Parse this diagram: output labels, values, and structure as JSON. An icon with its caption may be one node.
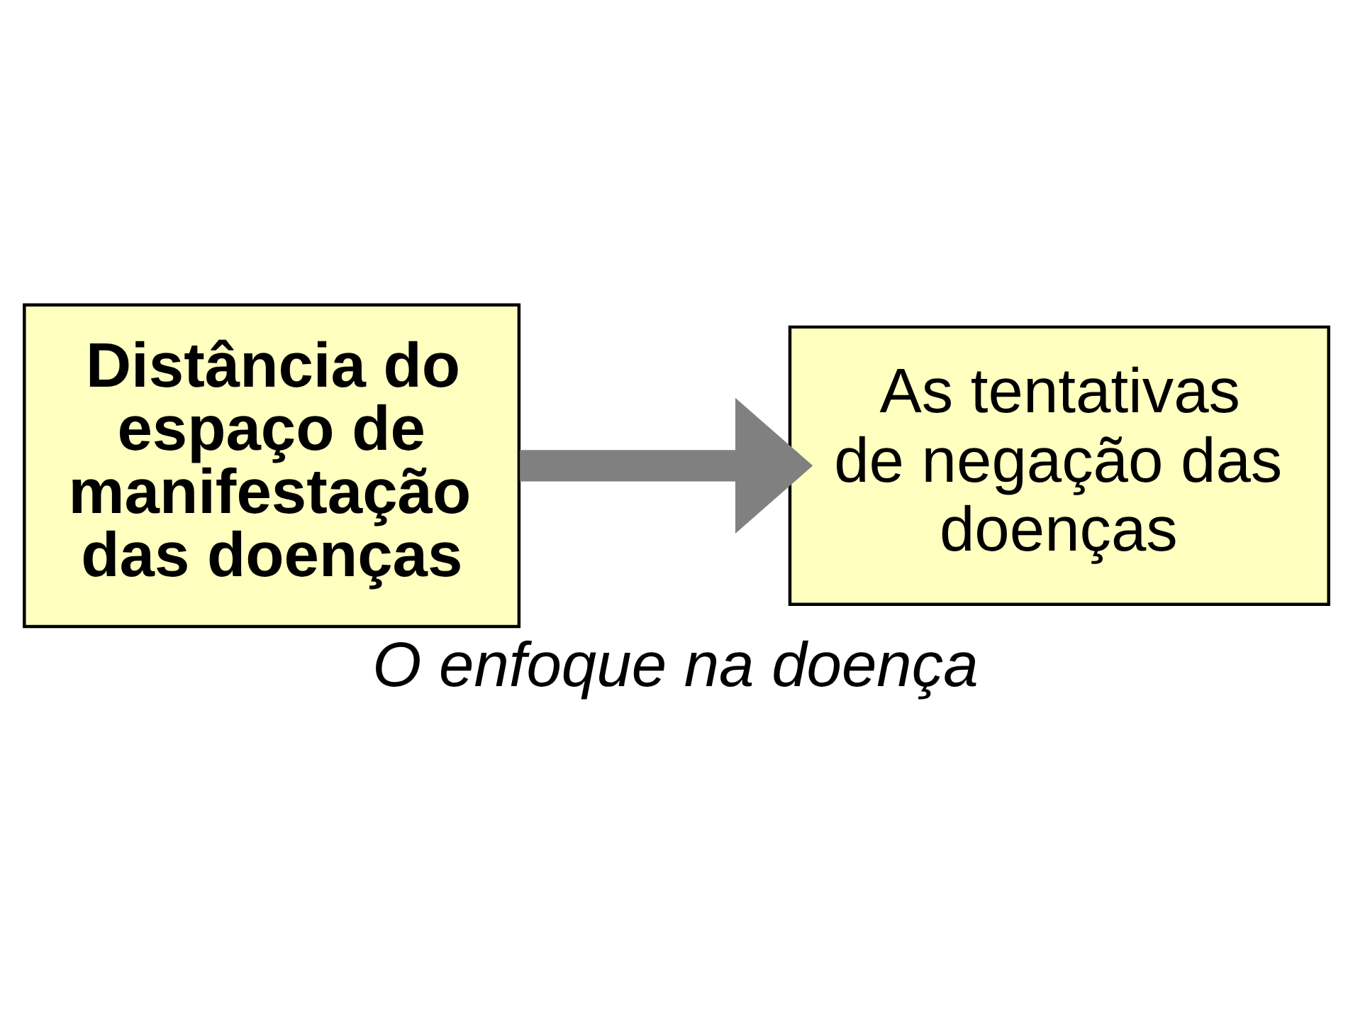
{
  "diagram": {
    "caption": "O enfoque na doença",
    "nodes": [
      {
        "text": [
          "Distância do espaço de manifestação das doenças"
        ]
      },
      {
        "text": [
          "As tentativas de negação das doenças"
        ]
      }
    ],
    "edges": [
      {
        "from": 0,
        "to": 1,
        "arrow": "to",
        "color": "#808080"
      }
    ]
  }
}
